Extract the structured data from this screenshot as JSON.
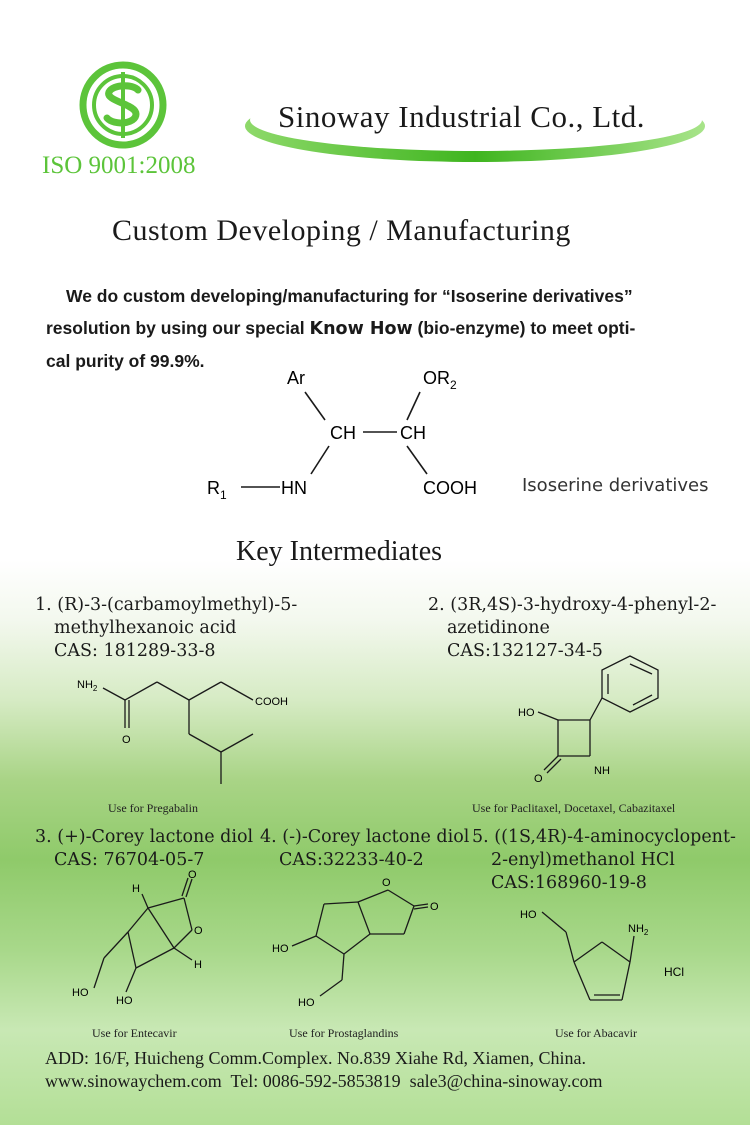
{
  "logo": {
    "text": "ISO 9001:2008",
    "color": "#5cc43a"
  },
  "header": {
    "company": "Sinoway Industrial Co., Ltd."
  },
  "main": {
    "title": "Custom Developing / Manufacturing",
    "intro_line1": "We do custom developing/manufacturing for “Isoserine derivatives”",
    "intro_line2_a": "resolution by using our special ",
    "intro_line2_b": "Know How",
    "intro_line2_c": " (bio-enzyme) to meet opti-",
    "intro_line3": "cal purity of 99.9%."
  },
  "isoserine": {
    "label": "Isoserine derivatives",
    "ar": "Ar",
    "or": "OR",
    "or_sub": "2",
    "ch1": "CH",
    "ch2": "CH",
    "r": "R",
    "r_sub": "1",
    "hn": "HN",
    "cooh": "COOH"
  },
  "section": {
    "key_intermediates": "Key Intermediates"
  },
  "items": [
    {
      "line1": "1. (R)-3-(carbamoylmethyl)-5-",
      "line2": "methylhexanoic acid",
      "cas": "CAS: 181289-33-8",
      "use": "Use for Pregabalin",
      "labels": {
        "nh2": "NH",
        "nh2_sub": "2",
        "o": "O",
        "cooh": "COOH"
      }
    },
    {
      "line1": "2. (3R,4S)-3-hydroxy-4-phenyl-2-",
      "line2": "azetidinone",
      "cas": "CAS:132127-34-5",
      "use": "Use for Paclitaxel, Docetaxel, Cabazitaxel",
      "labels": {
        "ho": "HO",
        "o": "O",
        "nh": "NH"
      }
    },
    {
      "line1": "3. (+)-Corey lactone diol",
      "cas": "CAS: 76704-05-7",
      "use": "Use for Entecavir",
      "labels": {
        "h_top": "H",
        "h_bot": "H",
        "o_ring": "O",
        "o_carb": "O",
        "ho1": "HO",
        "ho2": "HO"
      }
    },
    {
      "line1": "4. (-)-Corey lactone diol",
      "cas": "CAS:32233-40-2",
      "use": "Use for Prostaglandins",
      "labels": {
        "o_ring": "O",
        "o_carb": "O",
        "ho1": "HO",
        "ho2": "HO"
      }
    },
    {
      "line1": "5. ((1S,4R)-4-aminocyclopent-",
      "line2": "2-enyl)methanol HCl",
      "cas": "CAS:168960-19-8",
      "use": "Use for Abacavir",
      "labels": {
        "ho": "HO",
        "nh2": "NH",
        "nh2_sub": "2",
        "hcl": "HCl"
      }
    }
  ],
  "footer": {
    "address": "ADD: 16/F, Huicheng Comm.Complex. No.839 Xiahe Rd, Xiamen, China.",
    "contact": "www.sinowaychem.com  Tel: 0086-592-5853819  sale3@china-sinoway.com"
  }
}
